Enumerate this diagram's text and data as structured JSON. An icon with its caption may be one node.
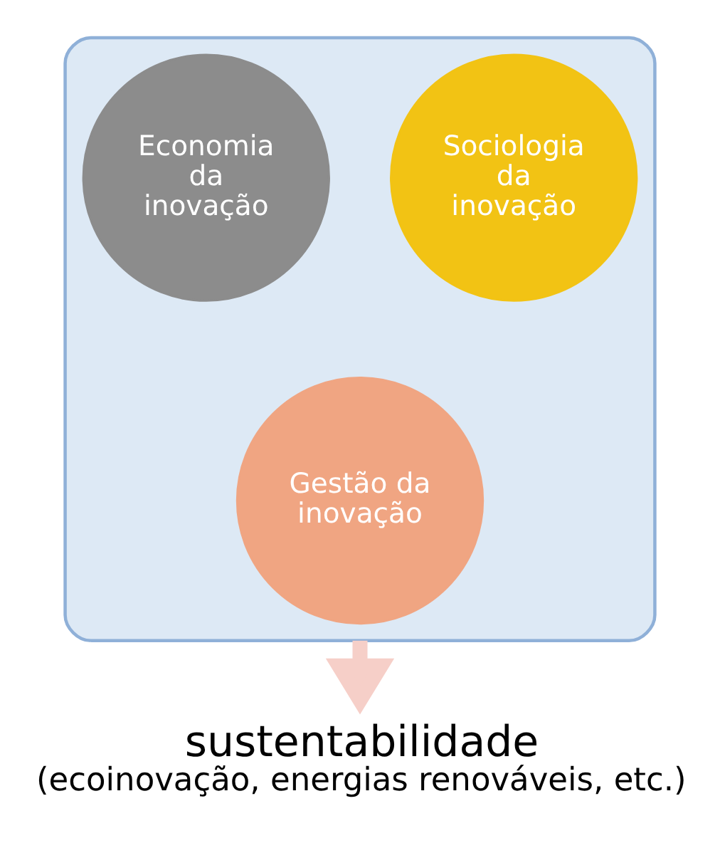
{
  "diagram": {
    "nodes": [
      {
        "text": [],
        "shape": "funnel"
      },
      {
        "text": [
          "Economia da inovação"
        ],
        "in": 0
      },
      {
        "text": [
          "Sociologia da inovação"
        ],
        "in": 0
      },
      {
        "text": [
          "Gestão da inovação"
        ],
        "in": 0
      },
      {
        "text": [
          "sustentabilidade",
          "(ecoinovação, energias renováveis, etc.)"
        ]
      }
    ],
    "edges": [
      {
        "from": 0,
        "to": 4,
        "arrow": "to"
      }
    ]
  }
}
